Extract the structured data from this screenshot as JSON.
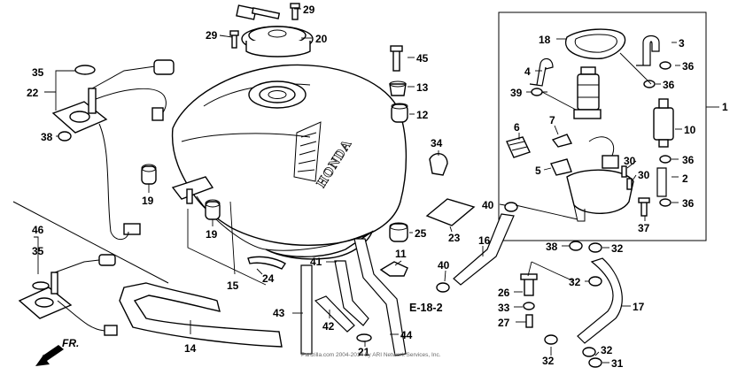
{
  "diagram": {
    "callouts": [
      {
        "id": "c1",
        "text": "1"
      },
      {
        "id": "c2",
        "text": "2"
      },
      {
        "id": "c3",
        "text": "3"
      },
      {
        "id": "c4",
        "text": "4"
      },
      {
        "id": "c5",
        "text": "5"
      },
      {
        "id": "c6",
        "text": "6"
      },
      {
        "id": "c7",
        "text": "7"
      },
      {
        "id": "c10",
        "text": "10"
      },
      {
        "id": "c11",
        "text": "11"
      },
      {
        "id": "c12",
        "text": "12"
      },
      {
        "id": "c13",
        "text": "13"
      },
      {
        "id": "c14",
        "text": "14"
      },
      {
        "id": "c15",
        "text": "15"
      },
      {
        "id": "c16",
        "text": "16"
      },
      {
        "id": "c17",
        "text": "17"
      },
      {
        "id": "c18",
        "text": "18"
      },
      {
        "id": "c19a",
        "text": "19"
      },
      {
        "id": "c19b",
        "text": "19"
      },
      {
        "id": "c20",
        "text": "20"
      },
      {
        "id": "c21",
        "text": "21"
      },
      {
        "id": "c22",
        "text": "22"
      },
      {
        "id": "c23",
        "text": "23"
      },
      {
        "id": "c24",
        "text": "24"
      },
      {
        "id": "c25",
        "text": "25"
      },
      {
        "id": "c26",
        "text": "26"
      },
      {
        "id": "c27",
        "text": "27"
      },
      {
        "id": "c29a",
        "text": "29"
      },
      {
        "id": "c29b",
        "text": "29"
      },
      {
        "id": "c30a",
        "text": "30"
      },
      {
        "id": "c30b",
        "text": "30"
      },
      {
        "id": "c31",
        "text": "31"
      },
      {
        "id": "c32a",
        "text": "32"
      },
      {
        "id": "c32b",
        "text": "32"
      },
      {
        "id": "c32c",
        "text": "32"
      },
      {
        "id": "c32d",
        "text": "32"
      },
      {
        "id": "c33",
        "text": "33"
      },
      {
        "id": "c34",
        "text": "34"
      },
      {
        "id": "c35a",
        "text": "35"
      },
      {
        "id": "c35b",
        "text": "35"
      },
      {
        "id": "c36a",
        "text": "36"
      },
      {
        "id": "c36b",
        "text": "36"
      },
      {
        "id": "c36c",
        "text": "36"
      },
      {
        "id": "c36d",
        "text": "36"
      },
      {
        "id": "c37",
        "text": "37"
      },
      {
        "id": "c38a",
        "text": "38"
      },
      {
        "id": "c38b",
        "text": "38"
      },
      {
        "id": "c39",
        "text": "39"
      },
      {
        "id": "c40a",
        "text": "40"
      },
      {
        "id": "c40b",
        "text": "40"
      },
      {
        "id": "c41",
        "text": "41"
      },
      {
        "id": "c42",
        "text": "42"
      },
      {
        "id": "c43",
        "text": "43"
      },
      {
        "id": "c44",
        "text": "44"
      },
      {
        "id": "c45",
        "text": "45"
      },
      {
        "id": "c46",
        "text": "46"
      }
    ],
    "reference": "E-18-2",
    "direction": "FR.",
    "brand": "HONDA",
    "copyright": "Partzilla.com 2004-2014 by ARI Network Services, Inc."
  }
}
